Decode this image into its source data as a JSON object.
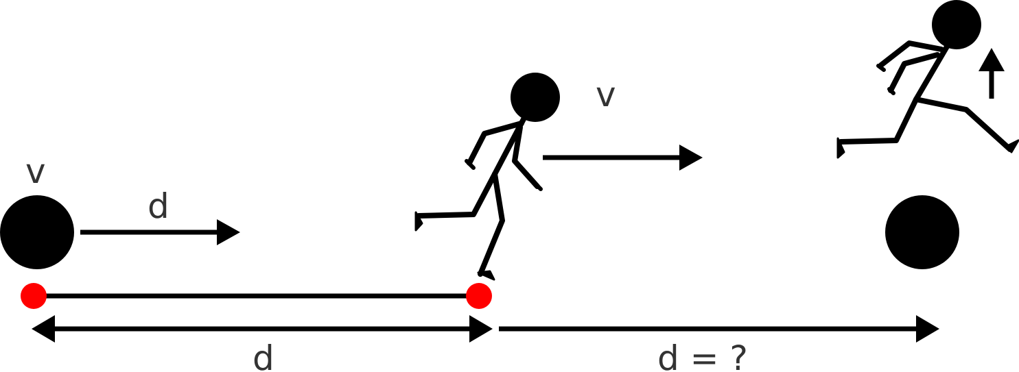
{
  "labels": {
    "ball_velocity": "v",
    "ball_displacement": "d",
    "runner_velocity": "v",
    "distance_left": "d",
    "distance_right": "d = ?"
  },
  "colors": {
    "ink": "#000000",
    "text": "#333333",
    "marker": "#ff0000"
  },
  "icons": [
    "ball-icon",
    "running-stick-figure-icon",
    "jumping-stick-figure-icon",
    "arrow-icon"
  ]
}
